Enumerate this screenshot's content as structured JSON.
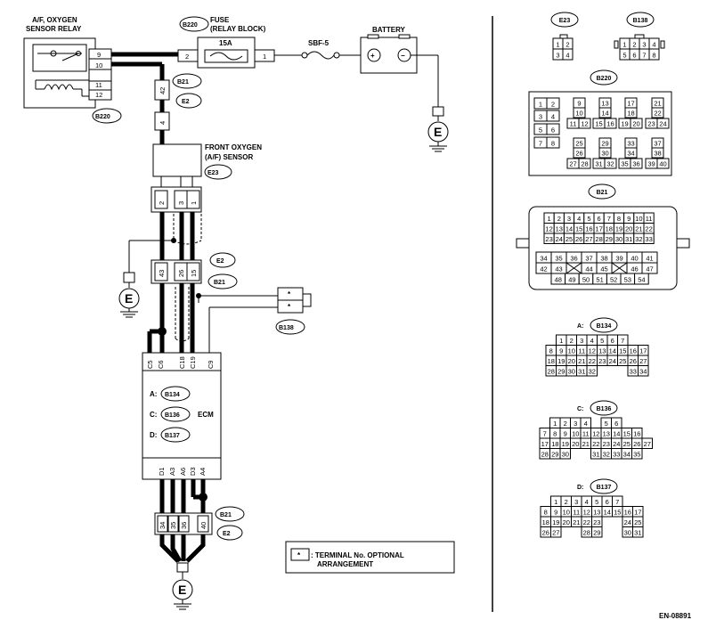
{
  "title": "",
  "footer_code": "EN-08891",
  "relay": {
    "label": "A/F, OXYGEN SENSOR RELAY",
    "line1": "A/F, OXYGEN",
    "line2": "SENSOR RELAY",
    "pins": [
      "9",
      "10",
      "11",
      "12"
    ],
    "connector": "B220"
  },
  "fuse": {
    "label_line1": "FUSE",
    "label_line2": "(RELAY BLOCK)",
    "connector": "B220",
    "rating": "15A",
    "pin_left": "2",
    "pin_right": "1"
  },
  "sbf": {
    "label": "SBF-5"
  },
  "battery": {
    "label": "BATTERY",
    "plus": "+",
    "minus": "−"
  },
  "harness_conn_top": {
    "pin_top": "42",
    "pin_bottom": "4",
    "conn_a": "B21",
    "conn_b": "E2"
  },
  "front_sensor": {
    "line1": "FRONT OXYGEN",
    "line2": "(A/F) SENSOR",
    "connector": "E23",
    "pins": [
      "2",
      "3",
      "1"
    ]
  },
  "harness_conn_mid": {
    "pins": [
      "43",
      "26",
      "15"
    ],
    "conn_a": "E2",
    "conn_b": "B21"
  },
  "optional_conn": {
    "connector": "B138",
    "pins": [
      "*",
      "*"
    ]
  },
  "ecm": {
    "label": "ECM",
    "top_pins": [
      "C5",
      "C6",
      "C18",
      "C19",
      "C9"
    ],
    "bottom_pins": [
      "D1",
      "A3",
      "A6",
      "D3",
      "A4"
    ],
    "connectors": [
      {
        "prefix": "A:",
        "name": "B134"
      },
      {
        "prefix": "C:",
        "name": "B136"
      },
      {
        "prefix": "D:",
        "name": "B137"
      }
    ]
  },
  "harness_conn_bottom": {
    "pins": [
      "34",
      "35",
      "36",
      "40"
    ],
    "conn_a": "B21",
    "conn_b": "E2"
  },
  "ground_symbol": "E",
  "note": {
    "star": "*",
    "line1": ": TERMINAL No. OPTIONAL",
    "line2": "ARRANGEMENT"
  },
  "connector_views": {
    "E23": {
      "name": "E23",
      "rows": [
        [
          "1",
          "2"
        ],
        [
          "3",
          "4"
        ]
      ]
    },
    "B138": {
      "name": "B138",
      "rows": [
        [
          "1",
          "2",
          "3",
          "4"
        ],
        [
          "5",
          "6",
          "7",
          "8"
        ]
      ]
    },
    "B220": {
      "name": "B220",
      "groups": [
        [
          "1",
          "2",
          "3",
          "4",
          "5",
          "6",
          "7",
          "8"
        ],
        [
          "9",
          "10",
          "11",
          "12"
        ],
        [
          "13",
          "14",
          "15",
          "16"
        ],
        [
          "17",
          "18",
          "19",
          "20"
        ],
        [
          "21",
          "22",
          "23",
          "24"
        ],
        [
          "25",
          "26",
          "27",
          "28"
        ],
        [
          "29",
          "30",
          "31",
          "32"
        ],
        [
          "33",
          "34",
          "35",
          "36"
        ],
        [
          "37",
          "38",
          "39",
          "40"
        ]
      ]
    },
    "B21": {
      "name": "B21",
      "rows_top": [
        [
          "1",
          "2",
          "3",
          "4",
          "5",
          "6",
          "7",
          "8",
          "9",
          "10",
          "11"
        ],
        [
          "12",
          "13",
          "14",
          "15",
          "16",
          "17",
          "18",
          "19",
          "20",
          "21",
          "22"
        ],
        [
          "23",
          "24",
          "25",
          "26",
          "27",
          "28",
          "29",
          "30",
          "31",
          "32",
          "33"
        ]
      ],
      "rows_bottom": [
        [
          "34",
          "35",
          "36",
          "37",
          "38",
          "39",
          "40",
          "41"
        ],
        [
          "42",
          "43",
          "",
          "44",
          "45",
          "",
          "46",
          "47"
        ],
        [
          "48",
          "49",
          "50",
          "51",
          "52",
          "53",
          "54"
        ]
      ]
    },
    "B134": {
      "name": "B134",
      "prefix": "A:",
      "rows": [
        [
          "1",
          "2",
          "3",
          "4",
          "5",
          "6",
          "7"
        ],
        [
          "8",
          "9",
          "10",
          "11",
          "12",
          "13",
          "14",
          "15",
          "16",
          "17"
        ],
        [
          "18",
          "19",
          "20",
          "21",
          "22",
          "23",
          "24",
          "25",
          "26",
          "27"
        ],
        [
          "28",
          "29",
          "30",
          "31",
          "32",
          "",
          "",
          "",
          "33",
          "34"
        ]
      ]
    },
    "B136": {
      "name": "B136",
      "prefix": "C:",
      "rows": [
        [
          "1",
          "2",
          "3",
          "4",
          "",
          "5",
          "6"
        ],
        [
          "7",
          "8",
          "9",
          "10",
          "11",
          "12",
          "13",
          "14",
          "15",
          "16"
        ],
        [
          "17",
          "18",
          "19",
          "20",
          "21",
          "22",
          "23",
          "24",
          "25",
          "26",
          "27"
        ],
        [
          "28",
          "29",
          "30",
          "",
          "",
          "31",
          "32",
          "33",
          "34",
          "35"
        ]
      ]
    },
    "B137": {
      "name": "B137",
      "prefix": "D:",
      "rows": [
        [
          "1",
          "2",
          "3",
          "4",
          "5",
          "6",
          "7"
        ],
        [
          "8",
          "9",
          "10",
          "11",
          "12",
          "13",
          "14",
          "15",
          "16",
          "17"
        ],
        [
          "18",
          "19",
          "20",
          "21",
          "22",
          "23",
          "",
          "",
          "24",
          "25"
        ],
        [
          "26",
          "27",
          "",
          "",
          "28",
          "29",
          "",
          "",
          "30",
          "31"
        ]
      ]
    }
  }
}
